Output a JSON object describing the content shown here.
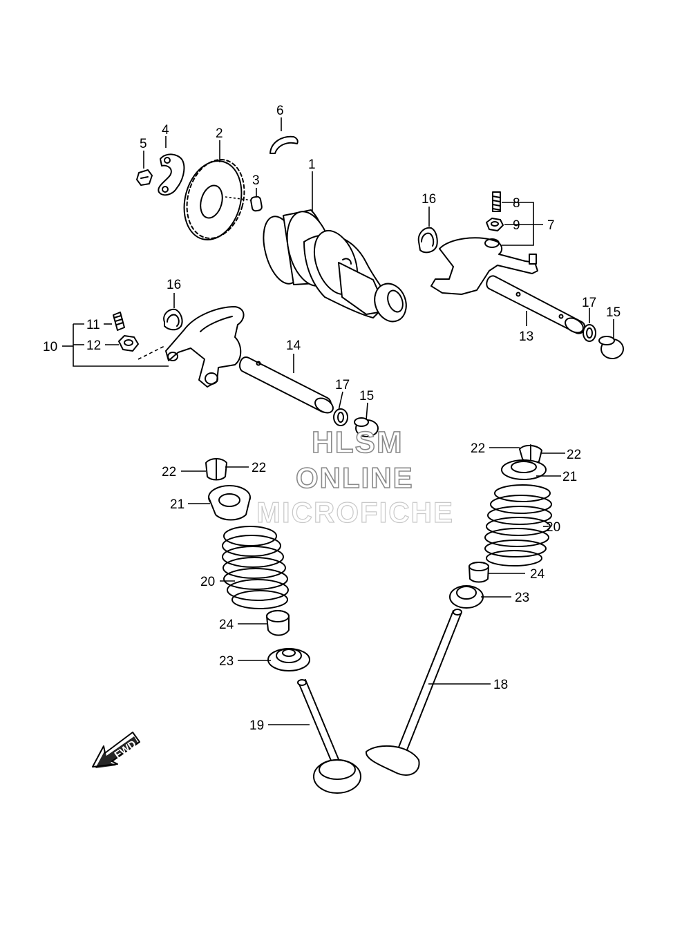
{
  "labels": {
    "p1": "1",
    "p2": "2",
    "p3": "3",
    "p4": "4",
    "p5": "5",
    "p6": "6",
    "p7": "7",
    "p8": "8",
    "p9": "9",
    "p10": "10",
    "p11": "11",
    "p12": "12",
    "p13": "13",
    "p14": "14",
    "p15a": "15",
    "p15b": "15",
    "p16a": "16",
    "p16b": "16",
    "p17a": "17",
    "p17b": "17",
    "p18": "18",
    "p19": "19",
    "p20a": "20",
    "p20b": "20",
    "p21a": "21",
    "p21b": "21",
    "p22a": "22",
    "p22b": "22",
    "p22c": "22",
    "p22d": "22",
    "p23a": "23",
    "p23b": "23",
    "p24a": "24",
    "p24b": "24"
  },
  "watermark": {
    "line1": "HLSM",
    "line2": "ONLINE",
    "line3": "MICROFICHE"
  },
  "fwd": "FWD"
}
